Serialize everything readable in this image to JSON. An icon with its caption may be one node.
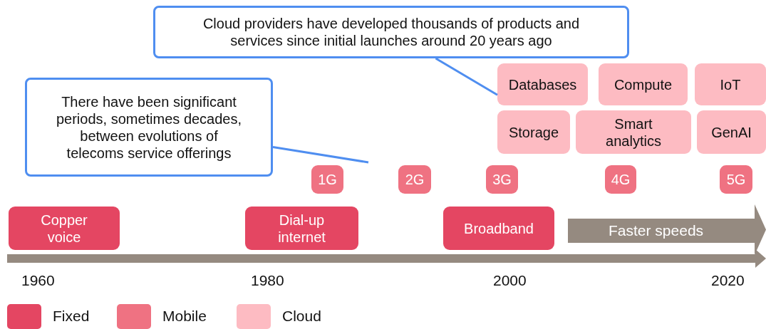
{
  "diagram": {
    "nodes": [
      {
        "text": [
          "Cloud providers have developed thousands of products and services since initial launches around 20 years ago"
        ]
      },
      {
        "text": [
          "There have been significant periods, sometimes decades, between evolutions of telecoms service offerings"
        ]
      },
      {
        "text": [
          "Databases"
        ]
      },
      {
        "text": [
          "Compute"
        ]
      },
      {
        "text": [
          "IoT"
        ]
      },
      {
        "text": [
          "Storage"
        ]
      },
      {
        "text": [
          "Smart analytics"
        ]
      },
      {
        "text": [
          "GenAI"
        ]
      },
      {
        "text": [
          "1G"
        ]
      },
      {
        "text": [
          "2G"
        ]
      },
      {
        "text": [
          "3G"
        ]
      },
      {
        "text": [
          "4G"
        ]
      },
      {
        "text": [
          "5G"
        ]
      },
      {
        "text": [
          "Copper voice"
        ]
      },
      {
        "text": [
          "Dial-up internet"
        ]
      },
      {
        "text": [
          "Broadband"
        ]
      },
      {
        "text": [
          "Faster speeds"
        ]
      }
    ],
    "edges": [
      {
        "from": 0,
        "to": 2,
        "arrow": "none"
      },
      {
        "from": 1,
        "to": null,
        "arrow": "none"
      }
    ],
    "labels": [
      "1960",
      "1980",
      "2000",
      "2020"
    ],
    "legend": [
      {
        "text": "Fixed",
        "color": "#e44662"
      },
      {
        "text": "Mobile",
        "color": "#ef7282"
      },
      {
        "text": "Cloud",
        "color": "#fdbbc2"
      }
    ]
  }
}
